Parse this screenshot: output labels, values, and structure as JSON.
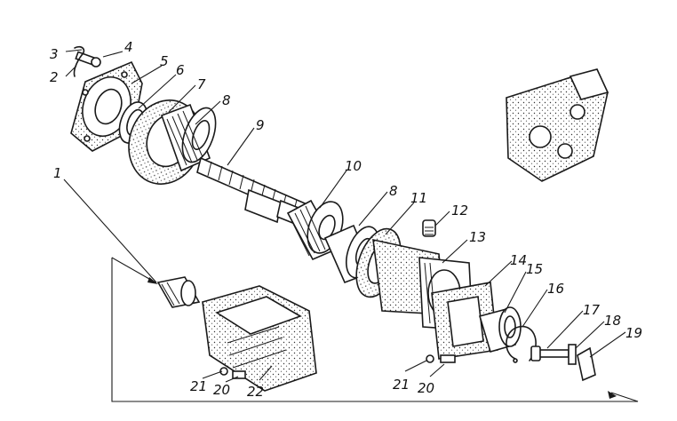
{
  "labels": {
    "l1": "1",
    "l2": "2",
    "l3": "3",
    "l4": "4",
    "l5": "5",
    "l6": "6",
    "l7": "7",
    "l8a": "8",
    "l8b": "8",
    "l9": "9",
    "l10": "10",
    "l11": "11",
    "l12": "12",
    "l13": "13",
    "l14": "14",
    "l15": "15",
    "l16": "16",
    "l17": "17",
    "l18": "18",
    "l19": "19",
    "l20a": "20",
    "l20b": "20",
    "l21a": "21",
    "l21b": "21",
    "l22": "22"
  }
}
